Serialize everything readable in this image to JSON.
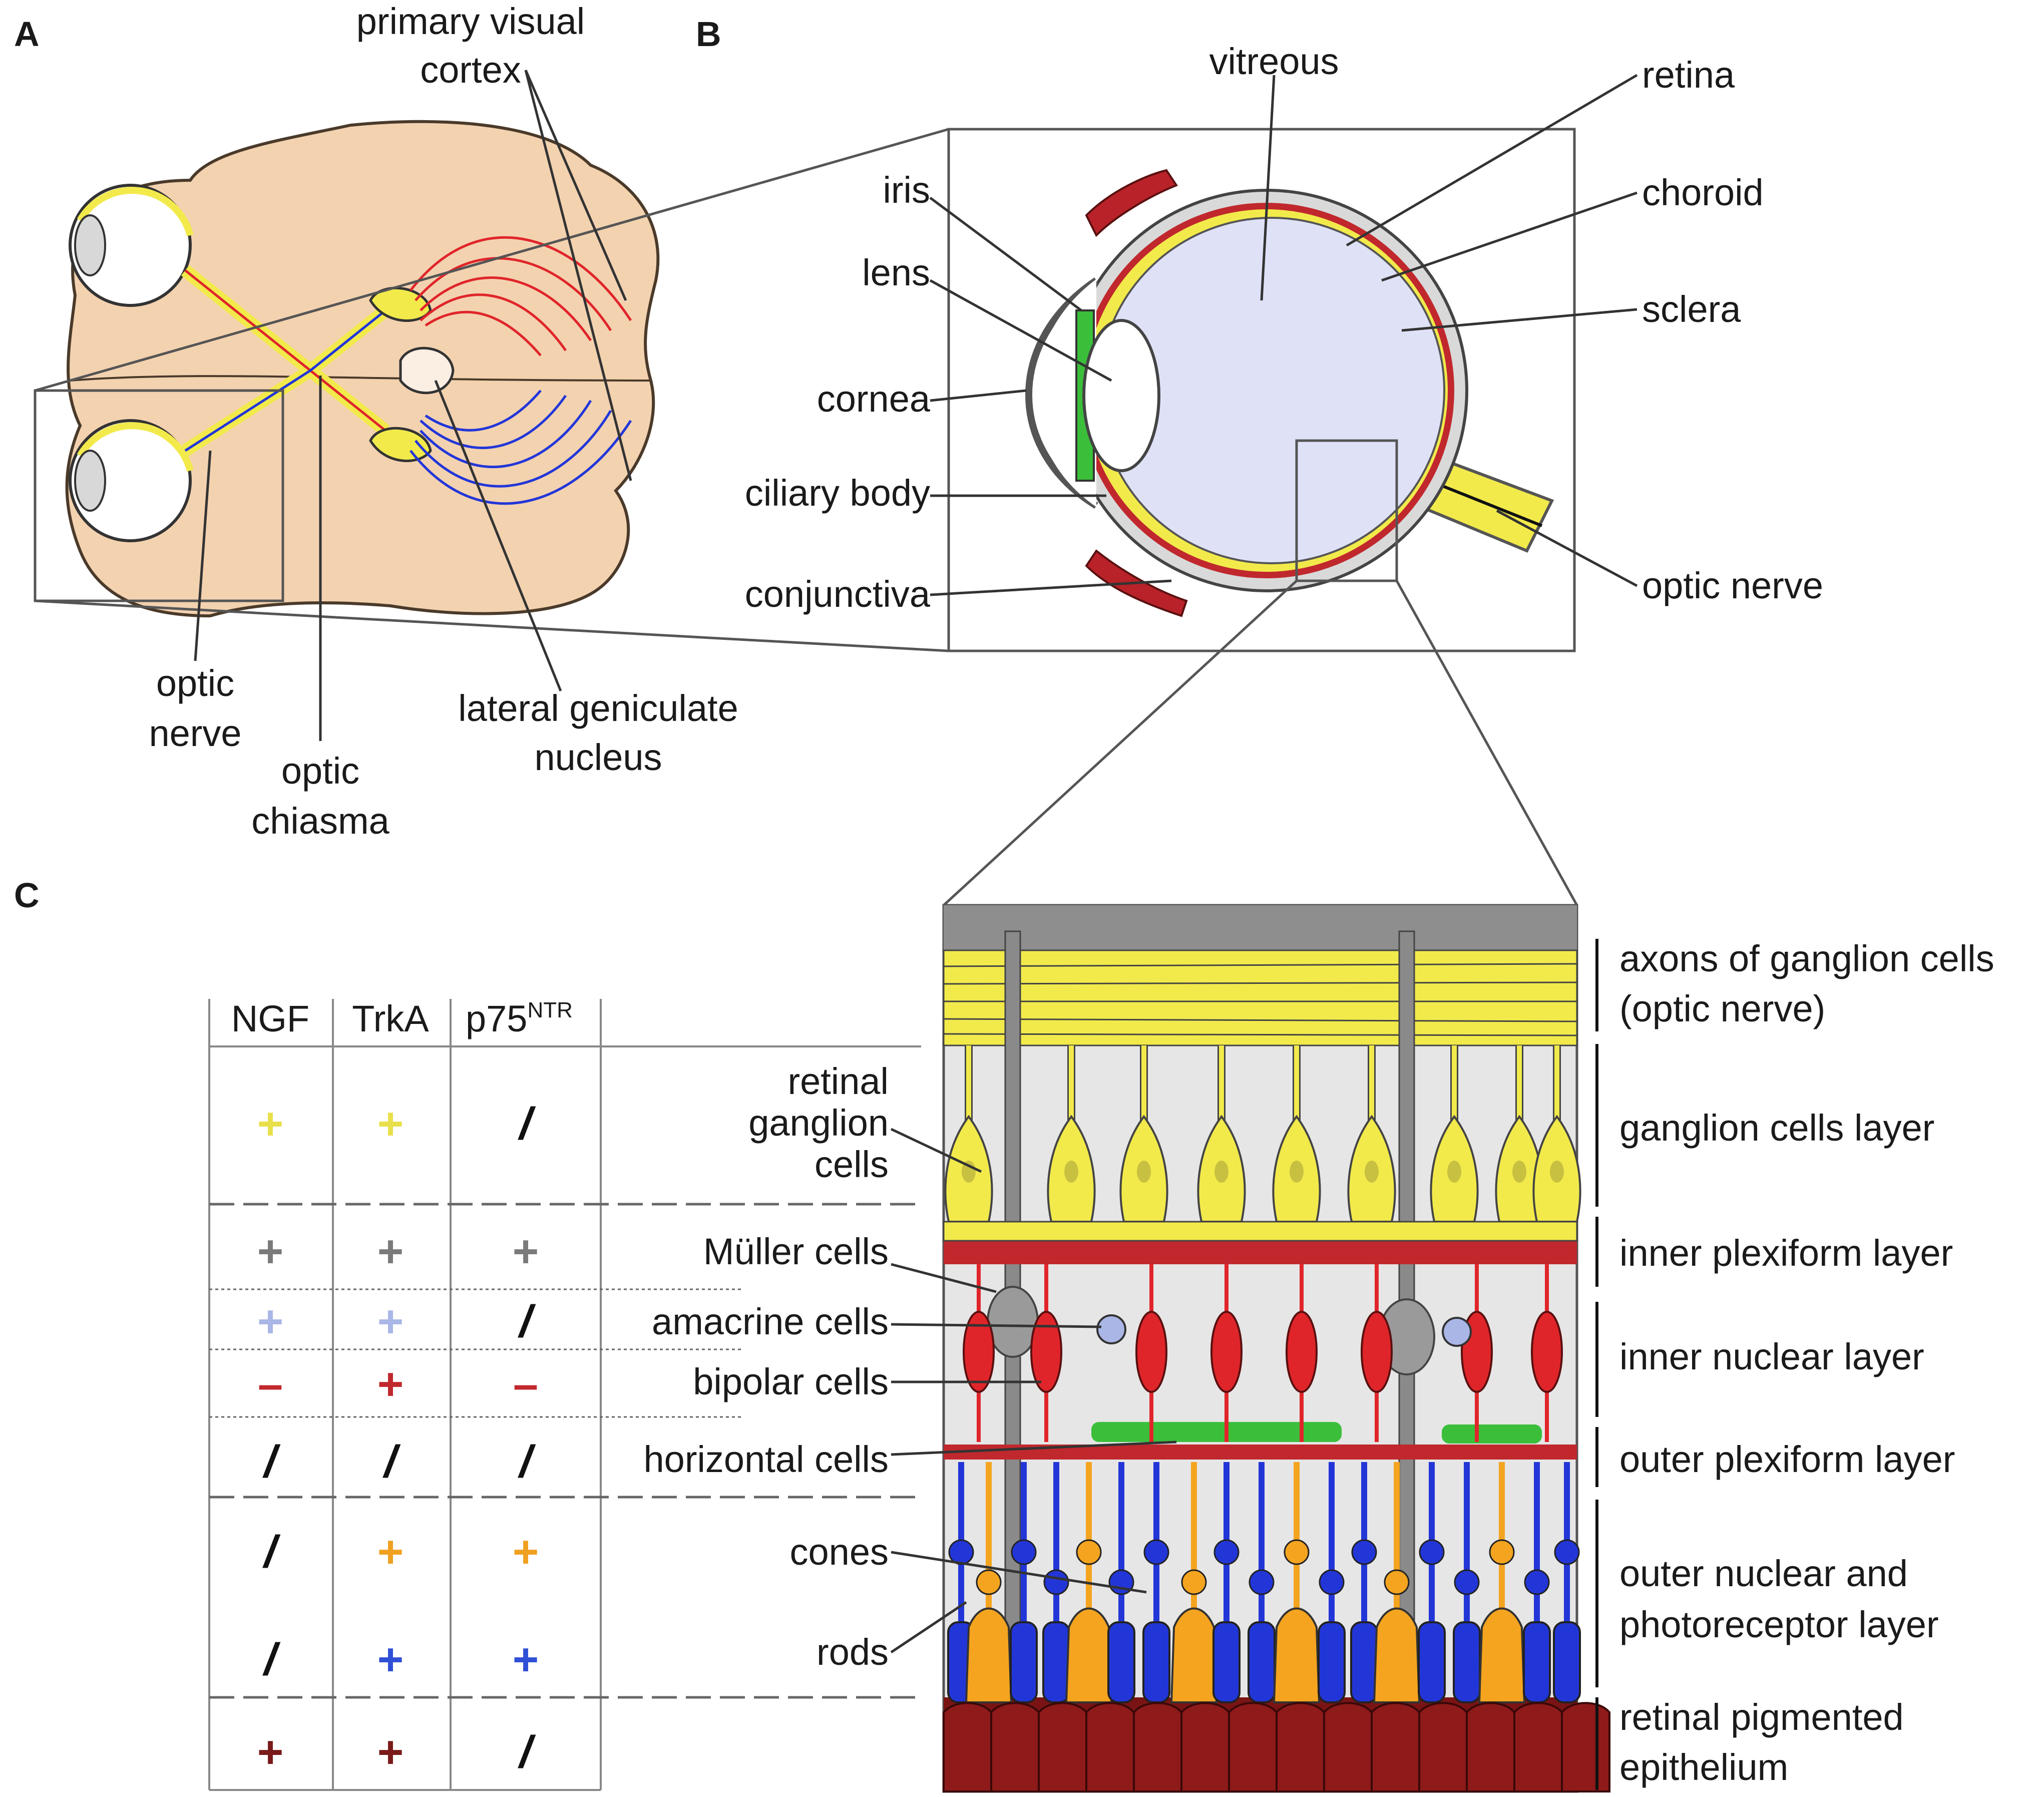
{
  "panels": {
    "a": "A",
    "b": "B",
    "c": "C"
  },
  "panel_a": {
    "primary_visual_cortex": [
      "primary visual",
      "cortex"
    ],
    "optic_nerve": [
      "optic",
      "nerve"
    ],
    "optic_chiasma": [
      "optic",
      "chiasma"
    ],
    "lateral_geniculate_nucleus": [
      "lateral geniculate",
      "nucleus"
    ]
  },
  "panel_b": {
    "vitreous": "vitreous",
    "retina": "retina",
    "choroid": "choroid",
    "sclera": "sclera",
    "iris": "iris",
    "lens": "lens",
    "cornea": "cornea",
    "ciliary_body": "ciliary body",
    "conjunctiva": "conjunctiva",
    "optic_nerve": "optic nerve"
  },
  "panel_c": {
    "table_headers": {
      "ngf": "NGF",
      "trka": "TrkA",
      "p75_base": "p75",
      "p75_sup": "NTR"
    },
    "rows": [
      {
        "cell": [
          "retinal",
          "ganglion",
          "cells"
        ],
        "ngf": "+",
        "trka": "+",
        "p75": "/",
        "color": "#e8e04a"
      },
      {
        "cell": [
          "Müller cells"
        ],
        "ngf": "+",
        "trka": "+",
        "p75": "+",
        "color": "#7a7a7a"
      },
      {
        "cell": [
          "amacrine cells"
        ],
        "ngf": "+",
        "trka": "+",
        "p75": "/",
        "color": "#a9b6e6"
      },
      {
        "cell": [
          "bipolar cells"
        ],
        "ngf": "–",
        "trka": "+",
        "p75": "–",
        "color": "#c0282d"
      },
      {
        "cell": [
          "horizontal cells"
        ],
        "ngf": "/",
        "trka": "/",
        "p75": "/",
        "color": "#111111"
      },
      {
        "cell": [
          "cones"
        ],
        "ngf": "/",
        "trka": "+",
        "p75": "+",
        "color": "#f0a020"
      },
      {
        "cell": [
          "rods"
        ],
        "ngf": "/",
        "trka": "+",
        "p75": "+",
        "color": "#2f4fd6"
      },
      {
        "cell": [],
        "ngf": "+",
        "trka": "+",
        "p75": "/",
        "color": "#7a1a1a"
      }
    ],
    "layers": [
      [
        "axons of ganglion cells",
        "(optic nerve)"
      ],
      [
        "ganglion cells layer"
      ],
      [
        "inner plexiform layer"
      ],
      [
        "inner nuclear layer"
      ],
      [
        "outer plexiform layer"
      ],
      [
        "outer nuclear and",
        "photoreceptor layer"
      ],
      [
        "retinal pigmented",
        "epithelium"
      ]
    ]
  },
  "colors": {
    "brain": "#f3d2b0",
    "yellow": "#f2ea4b",
    "red": "#e0252a",
    "blue": "#2236d8",
    "grey": "#8a8a8a",
    "vitreous": "#dfe2f7",
    "orange": "#f4a41f",
    "dark_red": "#7a1414",
    "green": "#3bbf3b"
  }
}
